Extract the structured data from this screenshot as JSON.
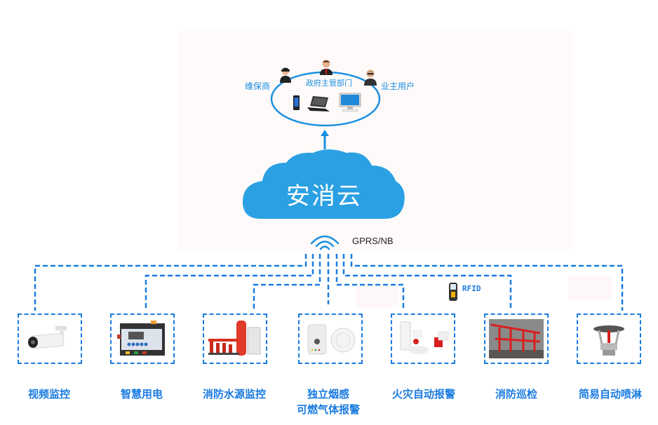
{
  "platform": {
    "name": "安消云",
    "network_label": "GPRS/NB",
    "rfid_label": "RFID"
  },
  "roles": {
    "left": "维保商",
    "center": "政府主管部门",
    "right": "业主用户"
  },
  "terminals": [
    "phone-icon",
    "laptop-icon",
    "desktop-icon"
  ],
  "devices": [
    {
      "label": "视频监控",
      "icon": "camera-icon"
    },
    {
      "label": "智慧用电",
      "icon": "electrical-monitor-icon"
    },
    {
      "label": "消防水源监控",
      "icon": "water-pump-icon"
    },
    {
      "label": "独立烟感",
      "label2": "可燃气体报警",
      "icon": "smoke-gas-detector-icon"
    },
    {
      "label": "火灾自动报警",
      "icon": "fire-alarm-icon"
    },
    {
      "label": "消防巡检",
      "icon": "fire-pipe-inspection-icon"
    },
    {
      "label": "简易自动喷淋",
      "icon": "sprinkler-icon"
    }
  ],
  "colors": {
    "accent": "#1a7be0",
    "cloud": "#2ba1e3",
    "panel": "#fefafa"
  }
}
